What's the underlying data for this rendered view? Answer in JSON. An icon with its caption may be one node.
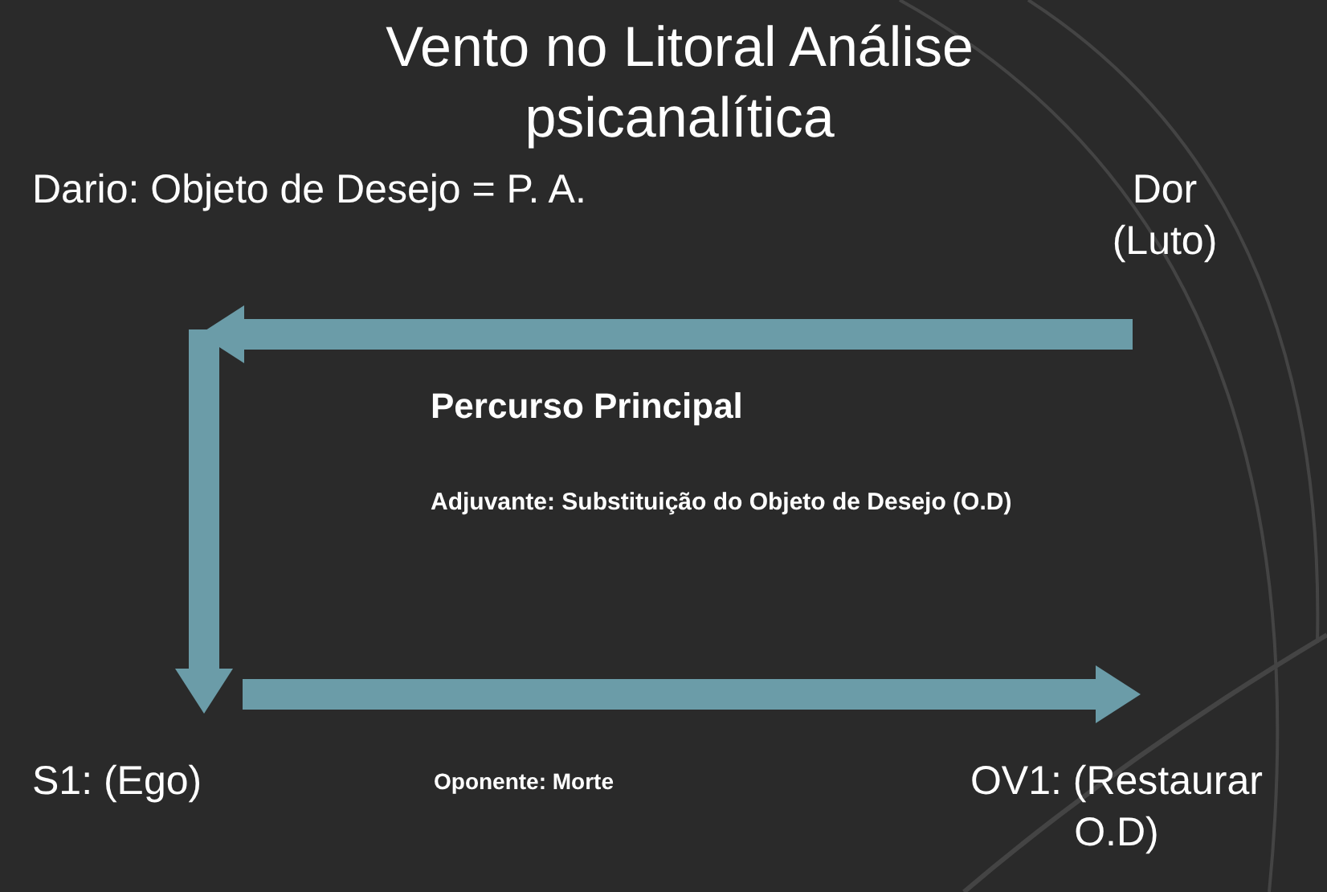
{
  "diagram": {
    "title": "Vento no Litoral Análise psicanalítica",
    "nodes": [
      {
        "text": [
          "Dario: Objeto de Desejo = P. A."
        ]
      },
      {
        "text": [
          "Dor (Luto)"
        ]
      },
      {
        "text": [
          "S1: (Ego)"
        ]
      },
      {
        "text": [
          "OV1: (Restaurar O.D)"
        ]
      }
    ],
    "edges": [
      {
        "from": 1,
        "to": 0,
        "arrow": "to"
      },
      {
        "from": 0,
        "to": 2,
        "arrow": "to"
      },
      {
        "from": 2,
        "to": 3,
        "arrow": "to"
      }
    ],
    "labels": [
      "Percurso Principal",
      "Adjuvante: Substituição do Objeto de Desejo (O.D)",
      "Oponente: Morte"
    ]
  }
}
